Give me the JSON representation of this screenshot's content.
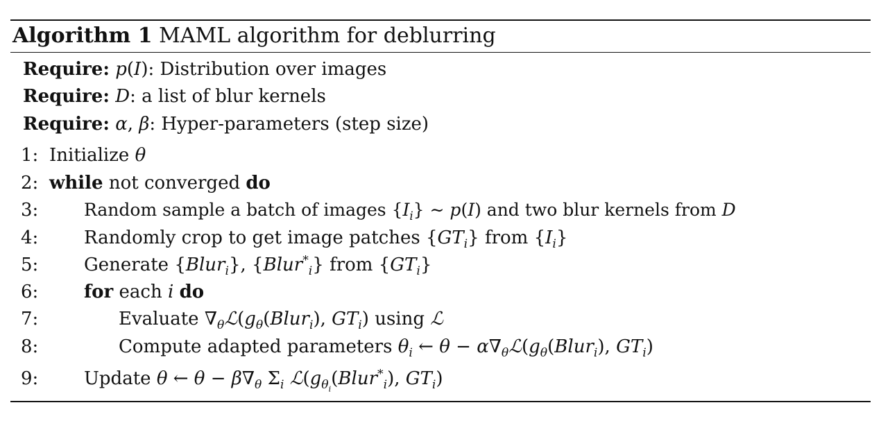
{
  "caption": {
    "label": "Algorithm 1",
    "title": "MAML algorithm for deblurring"
  },
  "require": [
    {
      "keyword": "Require:",
      "symbol": "p(I)",
      "text": ": Distribution over images"
    },
    {
      "keyword": "Require:",
      "symbol": "D",
      "text": ": a list of blur kernels"
    },
    {
      "keyword": "Require:",
      "symbol": "α, β",
      "text": ": Hyper-parameters (step size)"
    }
  ],
  "lines": [
    {
      "num": "1:",
      "text": "Initialize θ"
    },
    {
      "num": "2:",
      "text": "while not converged do"
    },
    {
      "num": "3:",
      "text": "Random sample a batch of images {Iᵢ} ∼ p(I) and two blur kernels from D"
    },
    {
      "num": "4:",
      "text": "Randomly crop to get image patches {GTᵢ} from {Iᵢ}"
    },
    {
      "num": "5:",
      "text": "Generate {Blurᵢ}, {Blur*ᵢ} from {GTᵢ}"
    },
    {
      "num": "6:",
      "text": "for each i do"
    },
    {
      "num": "7:",
      "text": "Evaluate ∇θℒ(gθ(Blurᵢ), GTᵢ) using ℒ"
    },
    {
      "num": "8:",
      "text": "Compute adapted parameters θᵢ ← θ − α∇θℒ(gθ(Blurᵢ), GTᵢ)"
    },
    {
      "num": "9:",
      "text": "Update θ ← θ − β∇θ Σᵢ ℒ(gθᵢ(Blur*ᵢ), GTᵢ)"
    }
  ]
}
